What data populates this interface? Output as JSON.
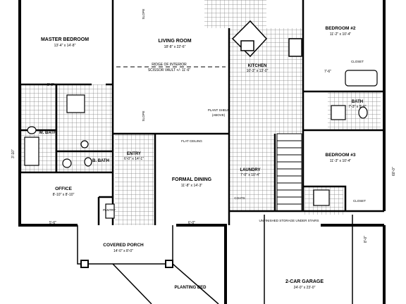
{
  "rooms": {
    "master_bedroom": {
      "name": "MASTER BEDROOM",
      "size": "13'-4\" x 14'-8\""
    },
    "living_room": {
      "name": "LIVING ROOM",
      "size": "18'-8\" x 22'-6\""
    },
    "ridge_note_1": "RIDGE OF INTERIOR",
    "ridge_note_2": "SCISSOR VAULT +/- 11'-6\"",
    "kitchen": {
      "name": "KITCHEN",
      "size": "10'-3\" x 13'-0\""
    },
    "bedroom2": {
      "name": "BEDROOM #2",
      "size": "11'-2\" x 10'-4\""
    },
    "bedroom3": {
      "name": "BEDROOM #3",
      "size": "11'-3\" x 10'-4\""
    },
    "bath": {
      "name": "BATH",
      "size": "7'-3\" x 5'-0\""
    },
    "m_bath": {
      "name": "M. BATH"
    },
    "b_bath": {
      "name": "B. BATH"
    },
    "entry": {
      "name": "ENTRY",
      "size": "6'-0\" x 14'-1\""
    },
    "formal_dining": {
      "name": "FORMAL DINING",
      "size": "11'-8\" x 14'-3\""
    },
    "laundry": {
      "name": "LAUNDRY",
      "size": "7'-0\" x 10'-4\""
    },
    "office": {
      "name": "OFFICE",
      "size": "8'-10\" x 8'-10\""
    },
    "covered_porch": {
      "name": "COVERED PORCH",
      "size": "14'-0\" x 8'-0\""
    },
    "planting_bed": {
      "name": "PLANTING BED"
    },
    "garage": {
      "name": "2-CAR GARAGE",
      "size": "24'-0\" x 23'-0\""
    }
  },
  "notes": {
    "plant_shelf": "PLANT SHELF",
    "plant_shelf_sub": "(ABOVE)",
    "closet": "CLOSET",
    "coats": "COATS",
    "pantry": "PANTRY",
    "unfinished_storage": "UNFINISHED STORAGE UNDER STAIRS",
    "slope": "SLOPE",
    "flat_ceiling": "FLAT CEILING",
    "dimensions": [
      "5'-0\"",
      "7'-6\"",
      "5'-6\"",
      "6'-0\"",
      "60'-0\"",
      "8'-0\"",
      "3'-10\""
    ]
  },
  "colors": {
    "line": "#000000",
    "paper": "#ffffff",
    "tile": "#8a8a8a"
  }
}
